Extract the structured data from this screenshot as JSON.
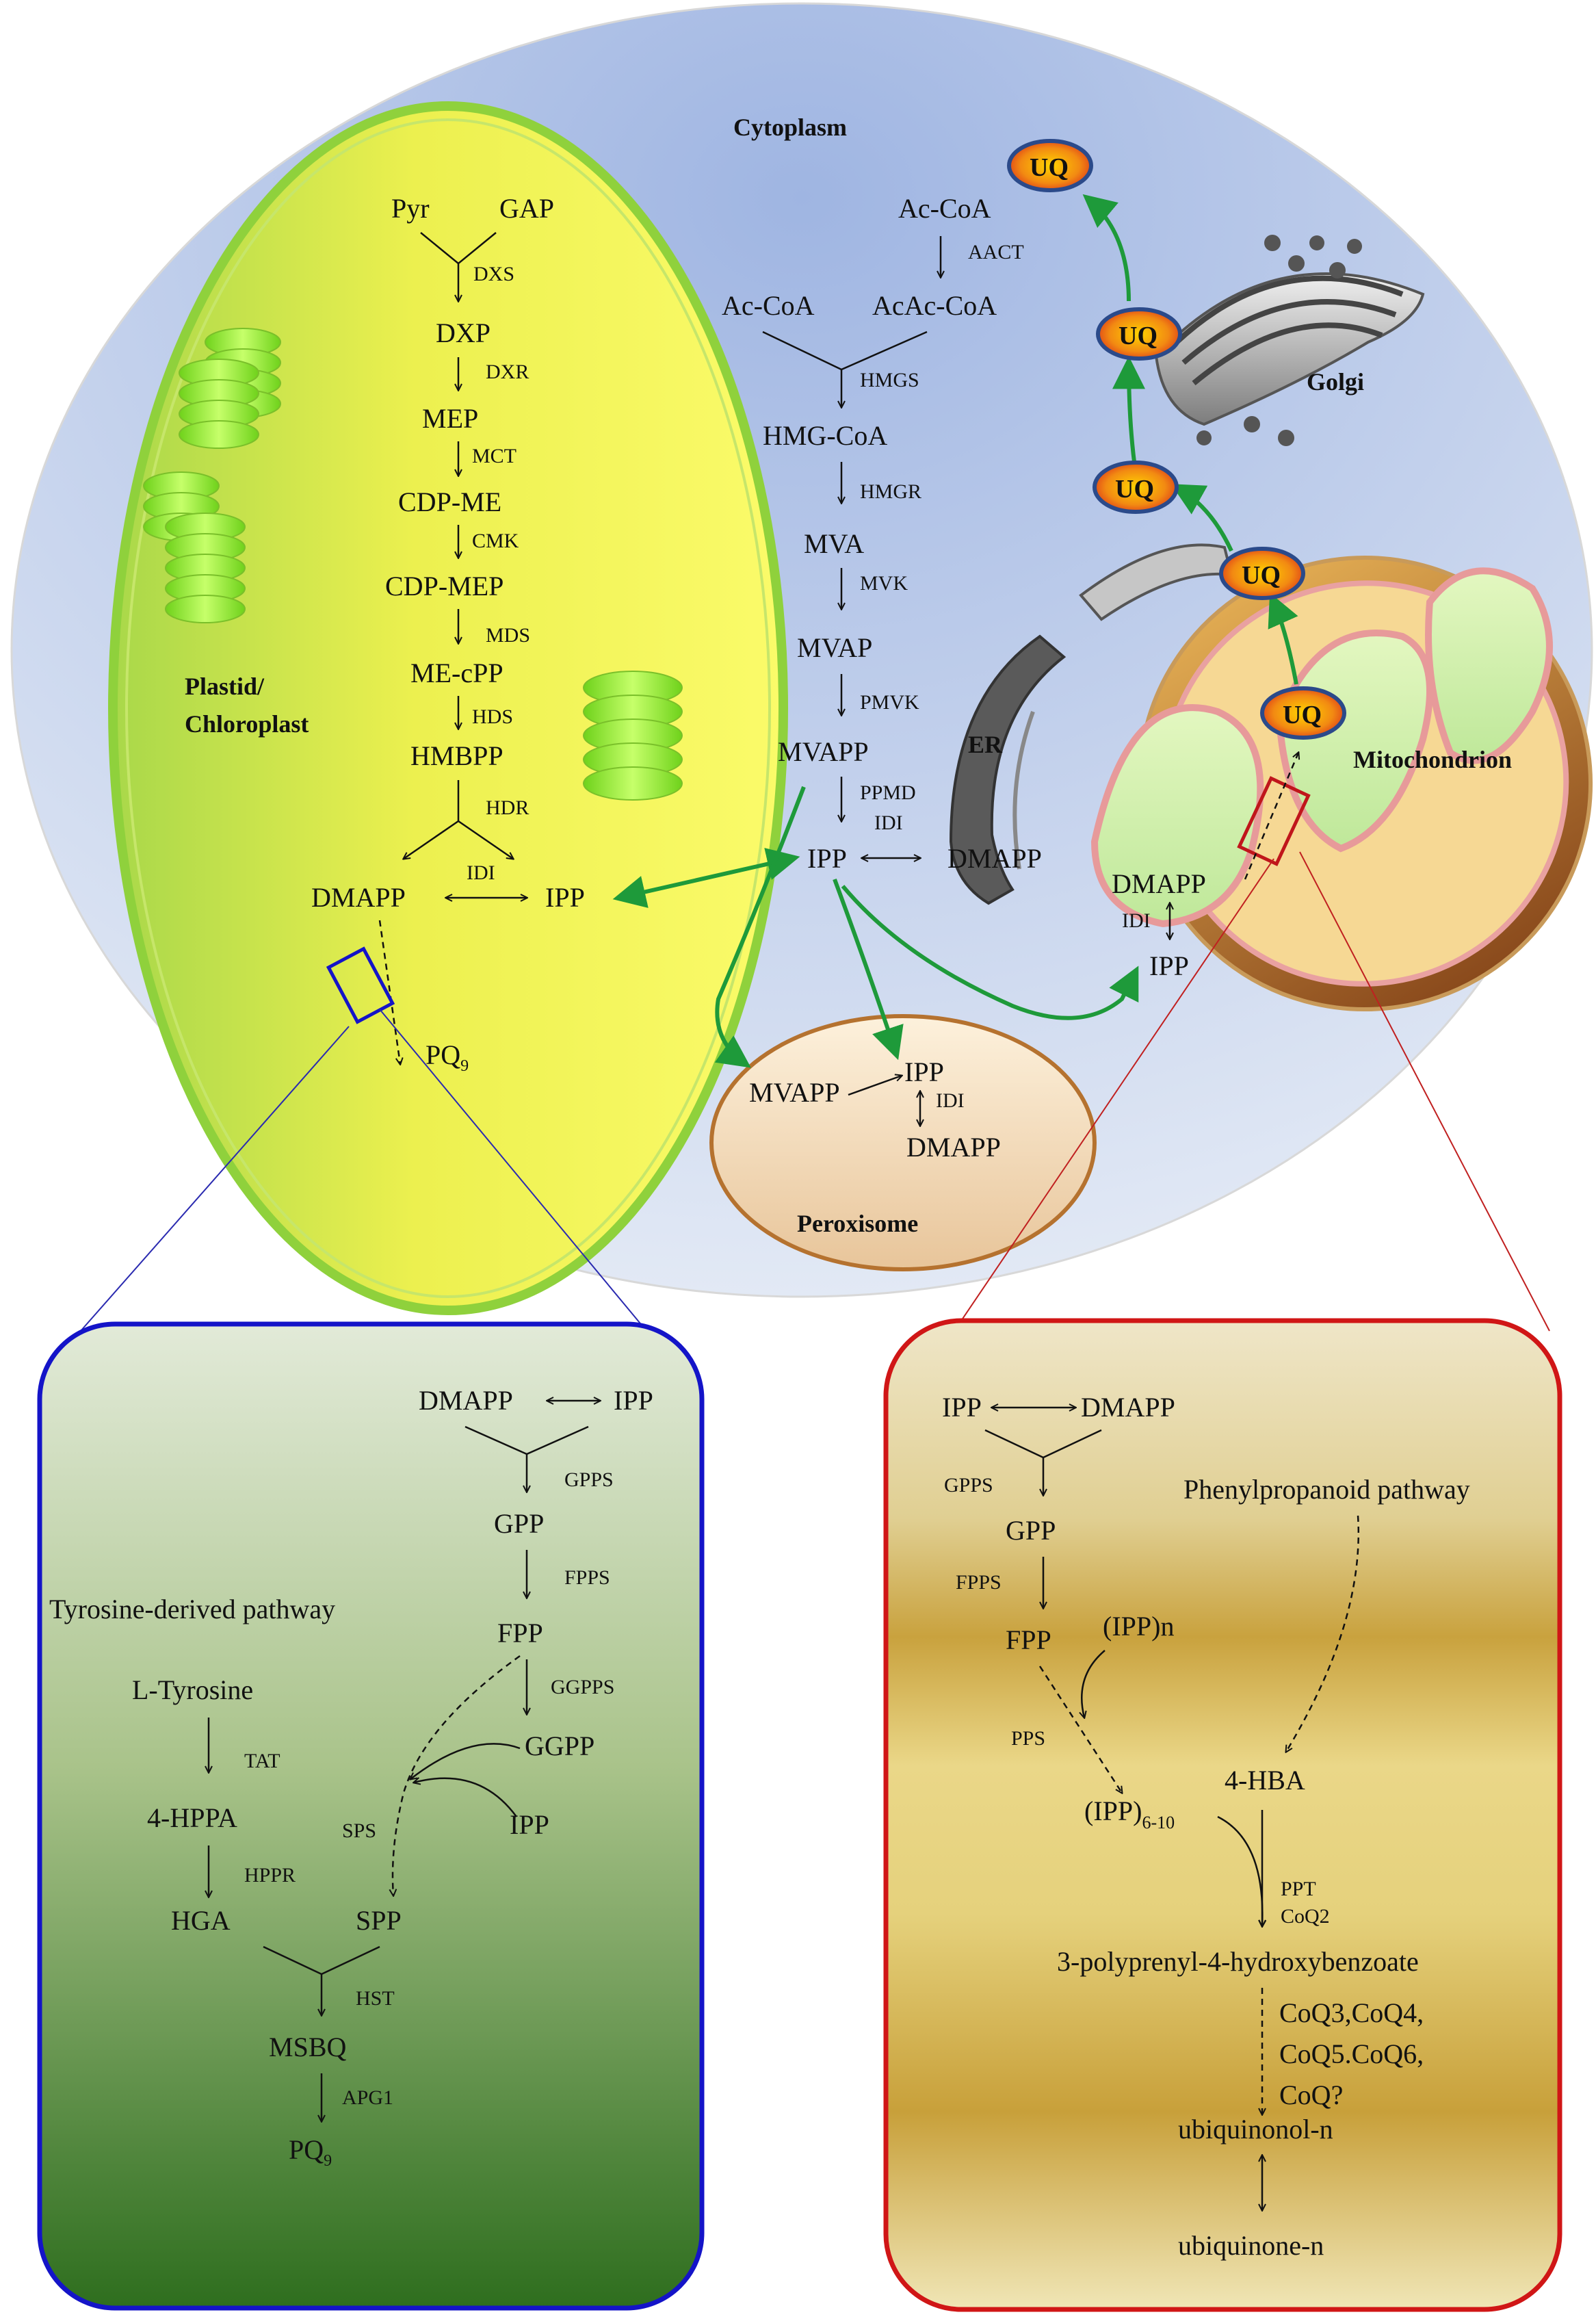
{
  "compartments": {
    "cytoplasm": "Cytoplasm",
    "plastid_line1": "Plastid/",
    "plastid_line2": "Chloroplast",
    "golgi": "Golgi",
    "er": "ER",
    "mitochondrion": "Mitochondrion",
    "peroxisome": "Peroxisome"
  },
  "colors": {
    "cell": "#a8bde3",
    "plastid": "#f3f25a",
    "pathway_arrow": "#1e9a3a",
    "uq_node": "#e8561a",
    "box_left_border": "#1414c8",
    "box_right_border": "#d01616"
  },
  "icons": [
    "thylakoid-stack-icon",
    "golgi-icon",
    "er-icon",
    "uq-badge-icon"
  ],
  "mep_pathway": {
    "pyr": "Pyr",
    "gap": "GAP",
    "dxs": "DXS",
    "dxp": "DXP",
    "dxr": "DXR",
    "mep": "MEP",
    "mct": "MCT",
    "cdp_me": "CDP-ME",
    "cmk": "CMK",
    "cdp_mep": "CDP-MEP",
    "mds": "MDS",
    "me_cpp": "ME-cPP",
    "hds": "HDS",
    "hmbpp": "HMBPP",
    "hdr": "HDR",
    "dmapp": "DMAPP",
    "idi": "IDI",
    "ipp": "IPP",
    "pq_base": "PQ",
    "pq_sub": "9"
  },
  "mva_pathway": {
    "ac_coa_top": "Ac-CoA",
    "aact": "AACT",
    "ac_coa": "Ac-CoA",
    "acac_coa": "AcAc-CoA",
    "hmgs": "HMGS",
    "hmg_coa": "HMG-CoA",
    "hmgr": "HMGR",
    "mva": "MVA",
    "mvk": "MVK",
    "mvap": "MVAP",
    "pmvk": "PMVK",
    "mvapp": "MVAPP",
    "ppmd": "PPMD",
    "ipp": "IPP",
    "idi": "IDI",
    "dmapp": "DMAPP"
  },
  "mito": {
    "dmapp": "DMAPP",
    "idi": "IDI",
    "ipp": "IPP",
    "uq": "UQ"
  },
  "perox": {
    "mvapp": "MVAPP",
    "ipp": "IPP",
    "idi": "IDI",
    "dmapp": "DMAPP"
  },
  "pq_box": {
    "dmapp": "DMAPP",
    "ipp": "IPP",
    "gpps": "GPPS",
    "gpp": "GPP",
    "fpps": "FPPS",
    "fpp": "FPP",
    "ggpps": "GGPPS",
    "ggpp": "GGPP",
    "ipp2": "IPP",
    "sps": "SPS",
    "spp": "SPP",
    "tyr_path": "Tyrosine-derived pathway",
    "l_tyr": "L-Tyrosine",
    "tat": "TAT",
    "hppa": "4-HPPA",
    "hppr": "HPPR",
    "hga": "HGA",
    "hst": "HST",
    "msbq": "MSBQ",
    "apg1": "APG1",
    "pq_base": "PQ",
    "pq_sub": "9"
  },
  "uq_box": {
    "ipp": "IPP",
    "dmapp": "DMAPP",
    "gpps": "GPPS",
    "gpp": "GPP",
    "fpps": "FPPS",
    "fpp": "FPP",
    "ippn": "(IPP)n",
    "pps": "PPS",
    "ipp610_base": "(IPP)",
    "ipp610_sub": "6-10",
    "phenyl": "Phenylpropanoid pathway",
    "hba": "4-HBA",
    "ppt": "PPT",
    "coq2": "CoQ2",
    "polyprenyl": "3-polyprenyl-4-hydroxybenzoate",
    "coq_a": "CoQ3,CoQ4,",
    "coq_b": "CoQ5.CoQ6,",
    "coq_c": "CoQ?",
    "ubiquinol": "ubiquinonol-n",
    "ubiquinone": "ubiquinone-n"
  }
}
